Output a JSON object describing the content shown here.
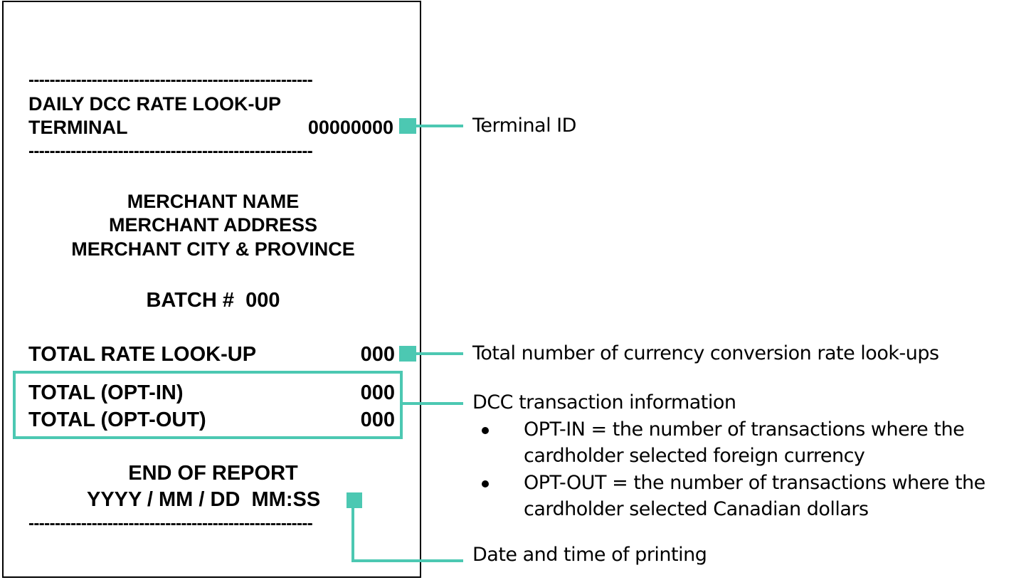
{
  "receipt": {
    "separator": "------------------------------------------------------",
    "title": "DAILY DCC RATE LOOK-UP",
    "terminal_label": "TERMINAL",
    "terminal_value": "00000000",
    "merchant_name": "MERCHANT NAME",
    "merchant_address": "MERCHANT ADDRESS",
    "merchant_city": "MERCHANT CITY & PROVINCE",
    "batch": "BATCH #  000",
    "total_rate_label": "TOTAL RATE LOOK-UP",
    "total_rate_value": "000",
    "optin_label": "TOTAL (OPT-IN)",
    "optin_value": "000",
    "optout_label": "TOTAL (OPT-OUT)",
    "optout_value": "000",
    "end_label": "END OF REPORT",
    "datetime": "YYYY / MM / DD  MM:SS"
  },
  "annotations": {
    "terminal_id": "Terminal ID",
    "total_lookups": "Total number of currency conversion rate look-ups",
    "dcc_info": "DCC transaction information",
    "optin_line1": "OPT-IN = the number of transactions where the",
    "optin_line2": "cardholder selected foreign currency",
    "optout_line1": "OPT-OUT = the number of transactions where the",
    "optout_line2": "cardholder selected Canadian dollars",
    "date_time": "Date and time of printing"
  },
  "colors": {
    "accent": "#4cc8b2",
    "text": "#000000",
    "background": "#ffffff"
  }
}
